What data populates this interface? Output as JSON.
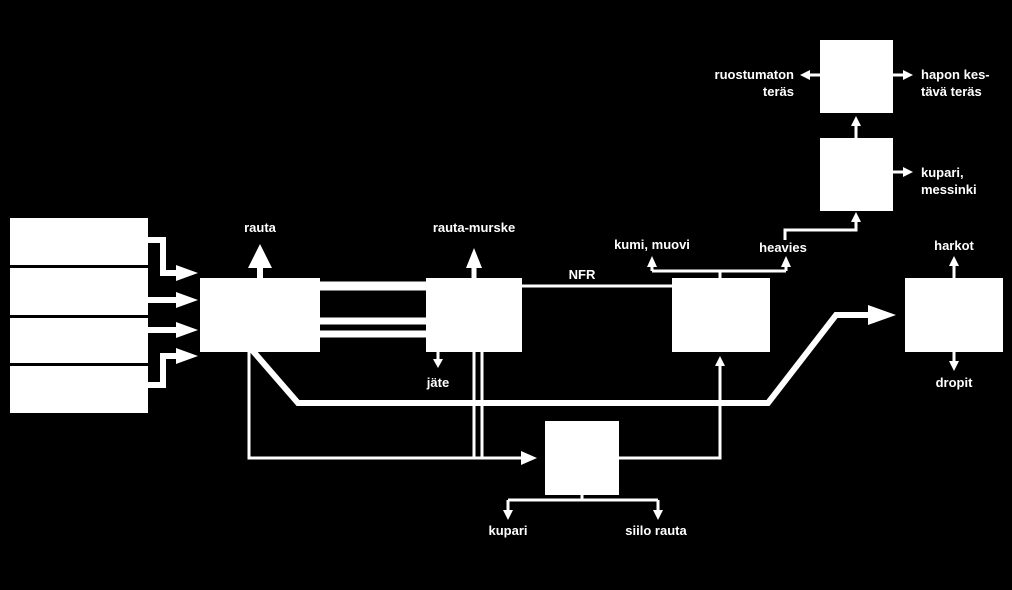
{
  "diagram": {
    "colors": {
      "background": "#000000",
      "foreground": "#ffffff"
    },
    "labels": {
      "rauta": "rauta",
      "rauta_murske": "rauta-murske",
      "jate": "jäte",
      "nfr": "NFR",
      "kumi_muovi": "kumi, muovi",
      "heavies": "heavies",
      "ruostumaton_1": "ruostumaton",
      "ruostumaton_2": "teräs",
      "hapon_1": "hapon kes-",
      "hapon_2": "tävä teräs",
      "kupari_messinki_1": "kupari,",
      "kupari_messinki_2": "messinki",
      "harkot": "harkot",
      "dropit": "dropit",
      "kupari": "kupari",
      "siilo_rauta": "siilo rauta"
    }
  }
}
